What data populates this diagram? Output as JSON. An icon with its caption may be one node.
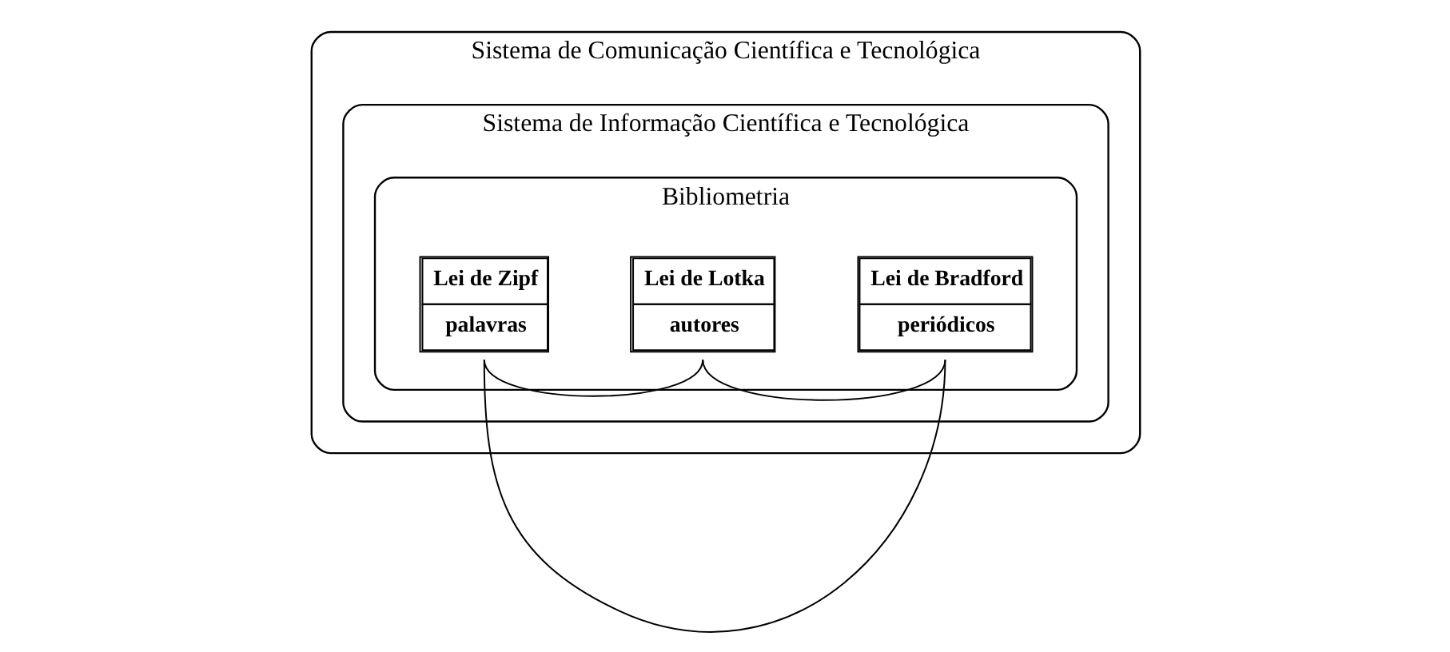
{
  "diagram": {
    "nodes": [
      {
        "text": [
          "Sistema de Comunicação Científica e Tecnológica"
        ]
      },
      {
        "text": [
          "Sistema de Informação Científica e Tecnológica"
        ],
        "in": 0
      },
      {
        "text": [
          "Bibliometria"
        ],
        "in": 1
      },
      {
        "text": [
          "Lei de Bradford",
          "periódicos"
        ],
        "in": 2
      },
      {
        "text": [
          "Lei de Lotka",
          "autores"
        ],
        "in": 2
      },
      {
        "text": [
          "Lei de Zipf",
          "palavras"
        ],
        "in": 2
      }
    ],
    "edges": [
      {
        "from": 3,
        "to": 4,
        "arrow": "none"
      },
      {
        "from": 4,
        "to": 5,
        "arrow": "none"
      },
      {
        "from": 3,
        "to": 5,
        "arrow": "none"
      }
    ]
  }
}
